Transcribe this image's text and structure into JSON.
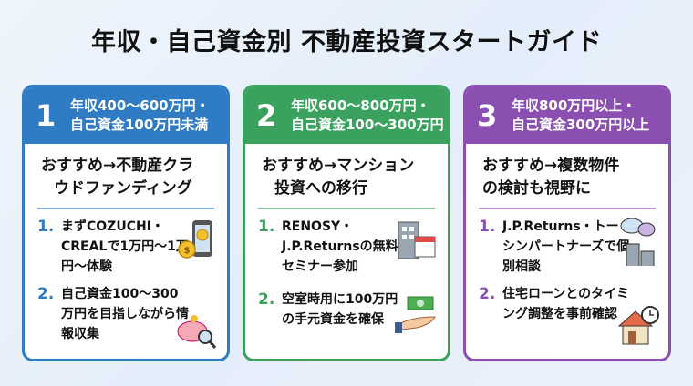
{
  "title": "年収・自己資金別 不動産投資スタートガイド",
  "colors": {
    "blue": "#2f7cc4",
    "green": "#3aa25e",
    "purple": "#8a4fb0"
  },
  "cards": [
    {
      "number": "1",
      "header_line1": "年収400〜600万円・",
      "header_line2": "自己資金100万円未満",
      "rec_line1": "おすすめ→不動産クラ",
      "rec_line2": "ウドファンディング",
      "items": [
        {
          "num": "1.",
          "text": "まずCOZUCHI・CREALで1万円〜1万円〜体験",
          "icon": "smartphone-coin-icon"
        },
        {
          "num": "2.",
          "text": "自己資金100〜300万円を目指しながら情報収集",
          "icon": "piggy-bank-search-icon"
        }
      ]
    },
    {
      "number": "2",
      "header_line1": "年収600〜800万円・",
      "header_line2": "自己資金100〜300万円",
      "rec_line1": "おすすめ→マンション",
      "rec_line2": "投資への移行",
      "items": [
        {
          "num": "1.",
          "text": "RENOSY・J.P.Returnsの無料セミナー参加",
          "icon": "building-calendar-icon"
        },
        {
          "num": "2.",
          "text": "空室時用に100万円の手元資金を確保",
          "icon": "cash-hand-icon"
        }
      ]
    },
    {
      "number": "3",
      "header_line1": "年収800万円以上・",
      "header_line2": "自己資金300万円以上",
      "rec_line1": "おすすめ→複数物件",
      "rec_line2": "の検討も視野に",
      "items": [
        {
          "num": "1.",
          "text": "J.P.Returns・トーシンパートナーズで個別相談",
          "icon": "chat-buildings-icon"
        },
        {
          "num": "2.",
          "text": "住宅ローンとのタイミング調整を事前確認",
          "icon": "house-clock-icon"
        }
      ]
    }
  ]
}
